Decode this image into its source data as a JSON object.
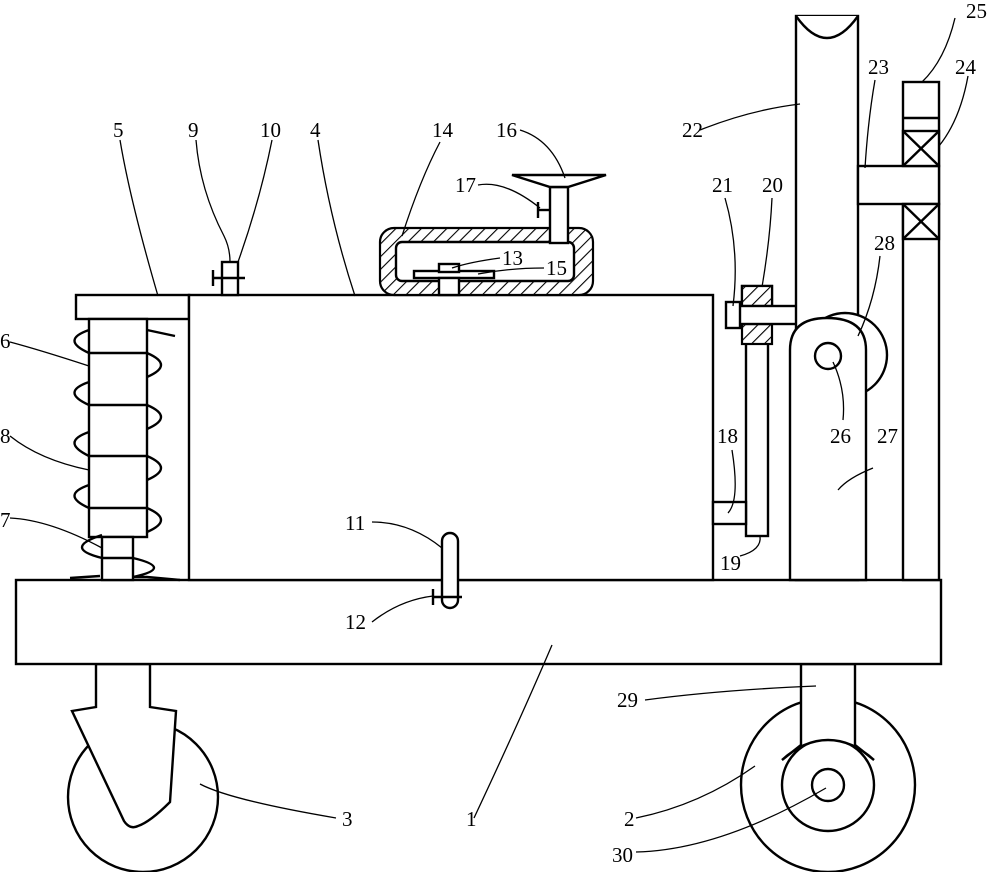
{
  "figure": {
    "labels": {
      "l1": "1",
      "l2": "2",
      "l3": "3",
      "l4": "4",
      "l5": "5",
      "l6": "6",
      "l7": "7",
      "l8": "8",
      "l9": "9",
      "l10": "10",
      "l11": "11",
      "l12": "12",
      "l13": "13",
      "l14": "14",
      "l15": "15",
      "l16": "16",
      "l17": "17",
      "l18": "18",
      "l19": "19",
      "l20": "20",
      "l21": "21",
      "l22": "22",
      "l23": "23",
      "l24": "24",
      "l25": "25",
      "l26": "26",
      "l27": "27",
      "l28": "28",
      "l29": "29",
      "l30": "30"
    }
  }
}
